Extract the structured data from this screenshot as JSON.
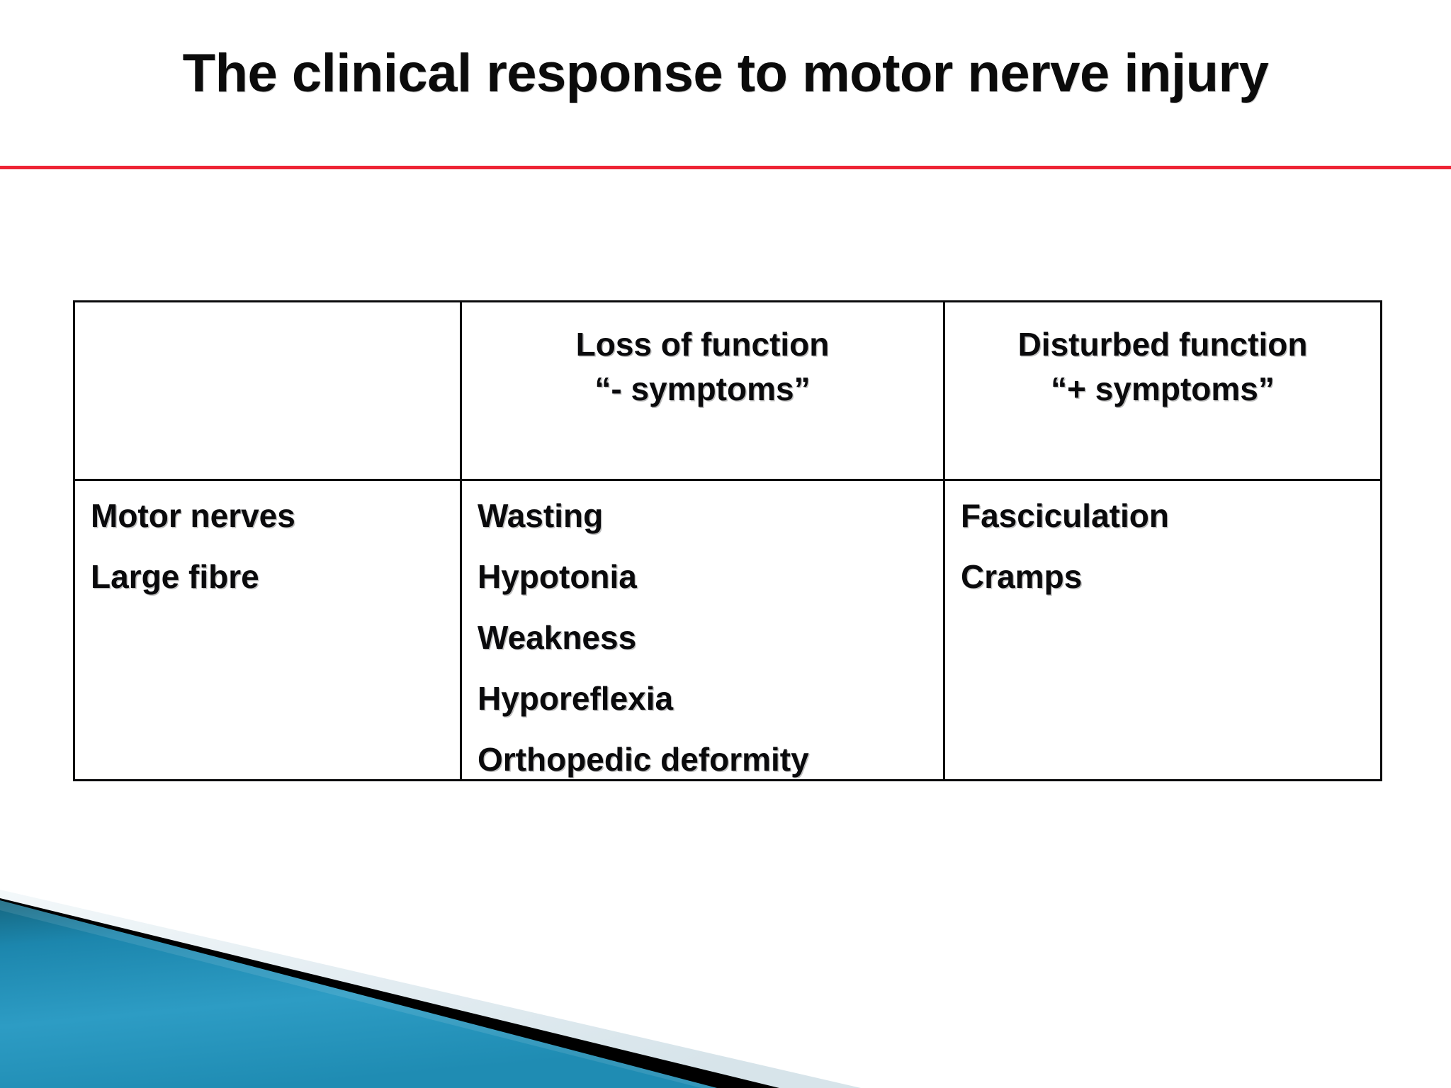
{
  "slide": {
    "title": "The clinical response to motor nerve injury",
    "rule_color": "#ee2434",
    "background_color": "#ffffff",
    "text_color": "#0a0a0c"
  },
  "table": {
    "columns": [
      {
        "key": "category",
        "header_line1": "",
        "header_line2": ""
      },
      {
        "key": "loss",
        "header_line1": "Loss of function",
        "header_line2": "“- symptoms”"
      },
      {
        "key": "disturbed",
        "header_line1": "Disturbed function",
        "header_line2": "“+ symptoms”"
      }
    ],
    "rows": [
      {
        "category": [
          "Motor nerves",
          "Large fibre"
        ],
        "loss": [
          "Wasting",
          "Hypotonia",
          "Weakness",
          "Hyporeflexia",
          "Orthopedic deformity"
        ],
        "disturbed": [
          "Fasciculation",
          "Cramps"
        ]
      }
    ]
  },
  "decoration": {
    "name": "bottom-left-diagonal-banner",
    "teal_light": "#2d9cc4",
    "teal_mid": "#1a82ab",
    "teal_dark": "#15667f",
    "stripe_black": "#000000",
    "stripe_pale": "#e5eef2"
  }
}
